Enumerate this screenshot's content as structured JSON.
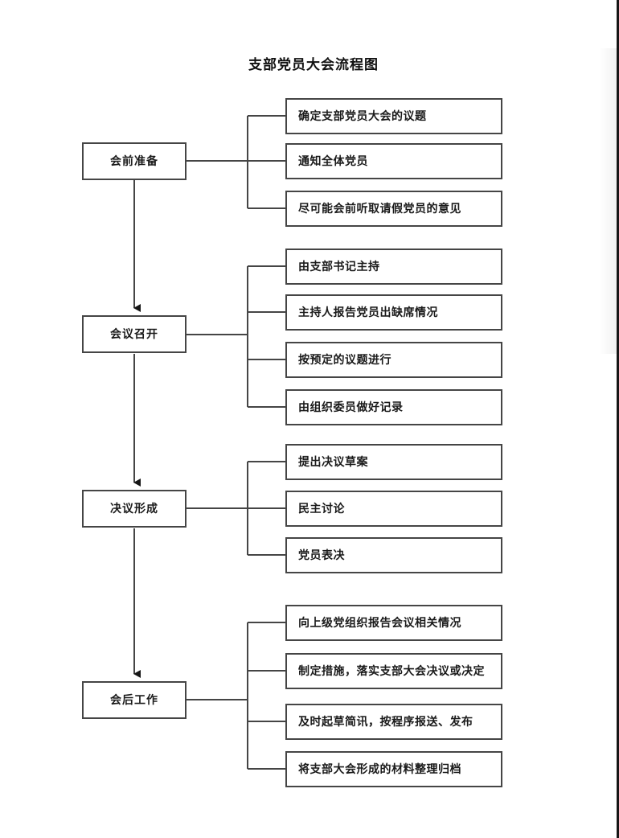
{
  "page": {
    "title": "支部党员大会流程图"
  },
  "flowchart": {
    "stages": [
      {
        "label": "会前准备",
        "details": [
          "确定支部党员大会的议题",
          "通知全体党员",
          "尽可能会前听取请假党员的意见"
        ]
      },
      {
        "label": "会议召开",
        "details": [
          "由支部书记主持",
          "主持人报告党员出缺席情况",
          "按预定的议题进行",
          "由组织委员做好记录"
        ]
      },
      {
        "label": "决议形成",
        "details": [
          "提出决议草案",
          "民主讨论",
          "党员表决"
        ]
      },
      {
        "label": "会后工作",
        "details": [
          "向上级党组织报告会议相关情况",
          "制定措施，落实支部大会决议或决定",
          "及时起草简讯，按程序报送、发布",
          "将支部大会形成的材料整理归档"
        ]
      }
    ],
    "colors": {
      "line": "#454545",
      "border": "#454545",
      "text": "#1a1a1a",
      "background": "#ffffff",
      "page_edge": "#161616"
    }
  }
}
